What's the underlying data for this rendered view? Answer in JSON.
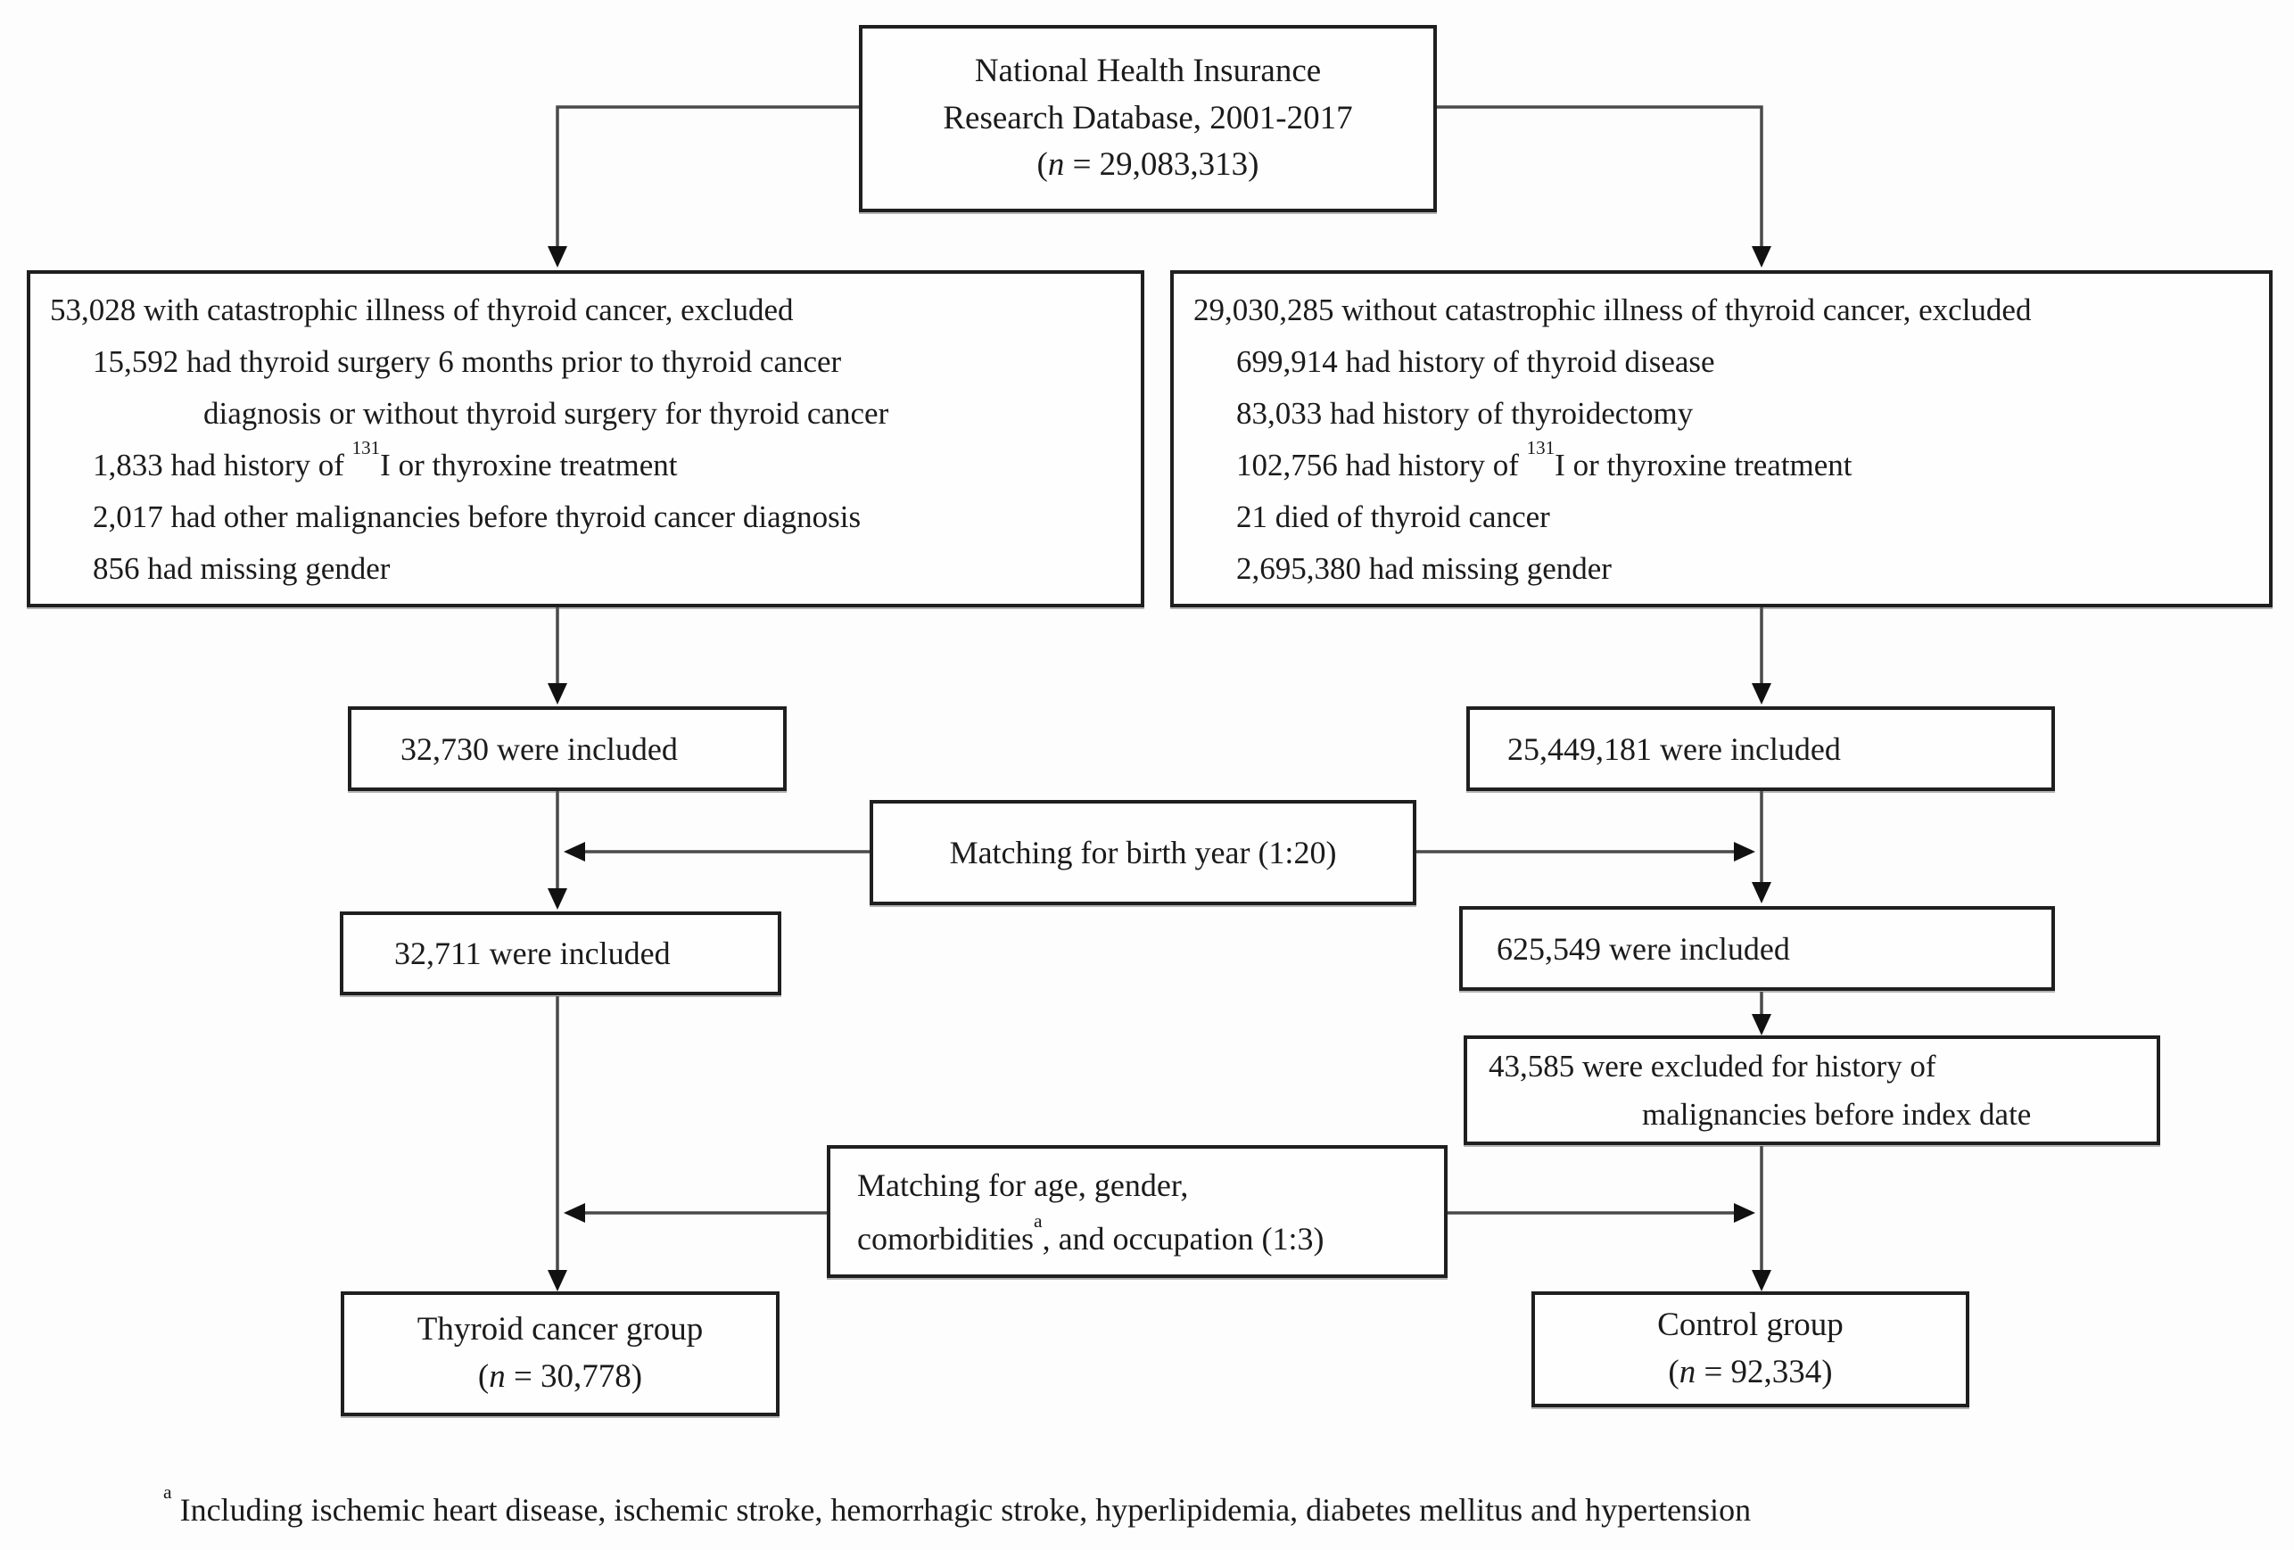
{
  "colors": {
    "ink": "#1b1b1b",
    "box_border": "#1f1f1f",
    "line": "#4a4a4a"
  },
  "top_box": {
    "line1": "National Health Insurance",
    "line2": "Research Database, 2001-2017",
    "n_open": "(",
    "n_italic": "n",
    "n_rest": " = 29,083,313)"
  },
  "left_exclusion": {
    "line1": "53,028 with catastrophic illness of thyroid cancer, excluded",
    "line2": "15,592 had thyroid surgery 6 months prior to thyroid cancer",
    "line3": "diagnosis or without thyroid surgery for thyroid cancer",
    "line4_pre": "1,833 had history of ",
    "line4_sup": "131",
    "line4_post": "I or thyroxine treatment",
    "line5": "2,017 had other malignancies before thyroid cancer diagnosis",
    "line6": "856 had missing gender"
  },
  "right_exclusion": {
    "line1": "29,030,285 without catastrophic illness of thyroid cancer, excluded",
    "line2": "699,914 had history of thyroid disease",
    "line3": "83,033 had history of thyroidectomy",
    "line4_pre": "102,756 had history of ",
    "line4_sup": "131",
    "line4_post": "I or thyroxine treatment",
    "line5": "21 died of thyroid cancer",
    "line6": "2,695,380 had missing gender"
  },
  "left_included_1": "32,730 were included",
  "right_included_1": "25,449,181 were included",
  "matching_birth_year": "Matching for birth year (1:20)",
  "left_included_2": "32,711 were included",
  "right_included_2": "625,549 were included",
  "malignancy_exclusion": {
    "line1": "43,585 were excluded for history of",
    "line2": "malignancies before index date"
  },
  "matching_age": {
    "line1": "Matching for age, gender,",
    "line2_pre": "comorbidities",
    "line2_sup": "a",
    "line2_post": ", and occupation (1:3)"
  },
  "thyroid_group": {
    "line1": "Thyroid cancer group",
    "n_open": "(",
    "n_italic": "n",
    "n_rest": " = 30,778)"
  },
  "control_group": {
    "line1": "Control group",
    "n_open": "(",
    "n_italic": "n",
    "n_rest": " = 92,334)"
  },
  "footnote": {
    "sup": "a",
    "text": " Including ischemic heart disease, ischemic stroke, hemorrhagic stroke, hyperlipidemia, diabetes mellitus and hypertension"
  }
}
